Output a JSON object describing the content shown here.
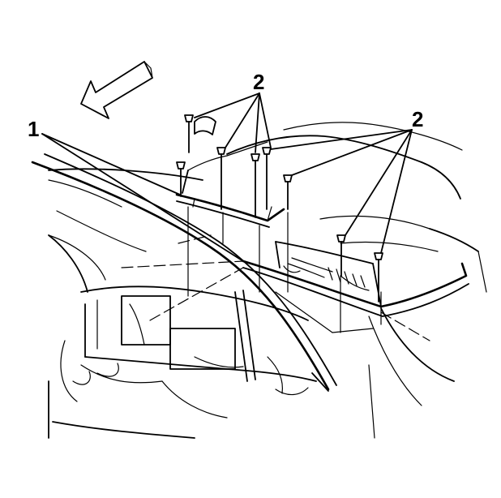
{
  "diagram": {
    "callouts": [
      {
        "id": "callout-1",
        "label": "1"
      },
      {
        "id": "callout-2-left",
        "label": "2"
      },
      {
        "id": "callout-2-right",
        "label": "2"
      }
    ],
    "direction_arrow_icon": "forward-arrow-icon",
    "colors": {
      "line": "#000000",
      "background": "#ffffff"
    }
  }
}
